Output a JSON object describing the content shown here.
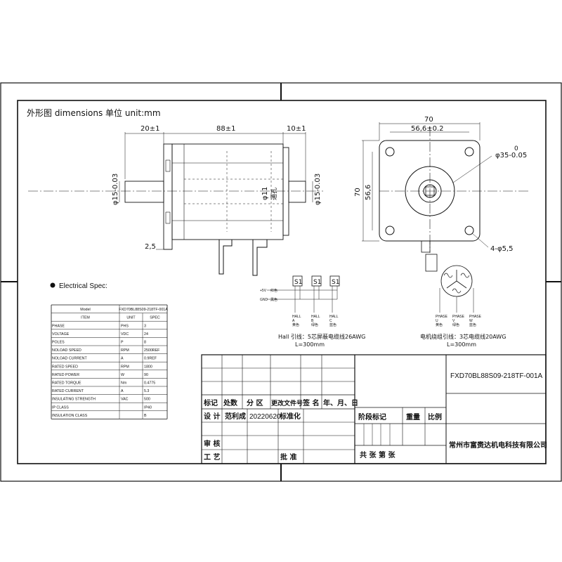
{
  "header": {
    "title": "外形图 dimensions  单位 unit:mm"
  },
  "side_view": {
    "dim_left": "20±1",
    "dim_body": "88±1",
    "dim_right": "10±1",
    "dim_shaft_left": "φ15-0.03",
    "dim_shaft_right": "φ15-0.03",
    "dim_hole": "φ11",
    "hole_note": "通孔",
    "dim_flange": "2,5"
  },
  "front_view": {
    "dim_width": "70",
    "dim_bolt": "56,6±0.2",
    "dim_pilot": "φ35-0.05",
    "dim_pilot_zero": "0",
    "dim_height": "70",
    "dim_height_inner": "56,6",
    "dim_holes": "4-φ5,5"
  },
  "spec": {
    "heading": "Electrical Spec:",
    "model_label": "Model",
    "model_value": "FXD70BL88S09-218TF-001A",
    "columns": [
      "ITEM",
      "UNIT",
      "SPEC"
    ],
    "rows": [
      [
        "PHASE",
        "PHS",
        "3"
      ],
      [
        "VOLTAGE",
        "VDC",
        "24"
      ],
      [
        "POLES",
        "P",
        "8"
      ],
      [
        "NOLOAD SPEED",
        "RPM",
        "2500REF"
      ],
      [
        "NOLOAD CURRENT",
        "A",
        "0.9REF"
      ],
      [
        "RATED SPEED",
        "RPM",
        "1800"
      ],
      [
        "RATED POWER",
        "W",
        "90"
      ],
      [
        "RATED TORQUE",
        "Nm",
        "0.4775"
      ],
      [
        "RATED CURRENT",
        "A",
        "5.3"
      ],
      [
        "INSULATING STRENGTH",
        "VAC",
        "500"
      ],
      [
        "IP CLASS",
        "",
        "IP40"
      ],
      [
        "INSULATION CLASS",
        "",
        "B"
      ]
    ]
  },
  "wiring": {
    "hall_chips": [
      "S1",
      "S1",
      "S1"
    ],
    "plus5v": "+5V",
    "plus5v_color": "红色",
    "gnd": "GND",
    "gnd_color": "黑色",
    "hall_labels": [
      "HALL\nA\n黄色",
      "HALL\nB\n绿色",
      "HALL\nC\n蓝色"
    ],
    "hall_caption": "Hall 引线：5芯屏蔽电缆线26AWG",
    "hall_length": "L=300mm",
    "phase_labels": [
      "PHASE\nU\n黄色",
      "PHASE\nV\n绿色",
      "PHASE\nW\n蓝色"
    ],
    "motor_caption": "电机绕组引线：3芯电缆线20AWG",
    "motor_length": "L=300mm"
  },
  "title_block": {
    "drawing_number": "FXD70BL88S09-218TF-001A",
    "rev_headers": [
      "标记",
      "处数",
      "分 区",
      "更改文件号",
      "签 名",
      "年、月、日"
    ],
    "design_label": "设 计",
    "designer": "范利成",
    "date": "20220620",
    "standard_label": "标准化",
    "stage_label": "阶段标记",
    "weight_label": "重量",
    "scale_label": "比例",
    "review_label": "审 核",
    "process_label": "工 艺",
    "approve_label": "批 准",
    "sheets_label": "共   张   第   张",
    "company": "常州市富赉达机电科技有限公司"
  }
}
